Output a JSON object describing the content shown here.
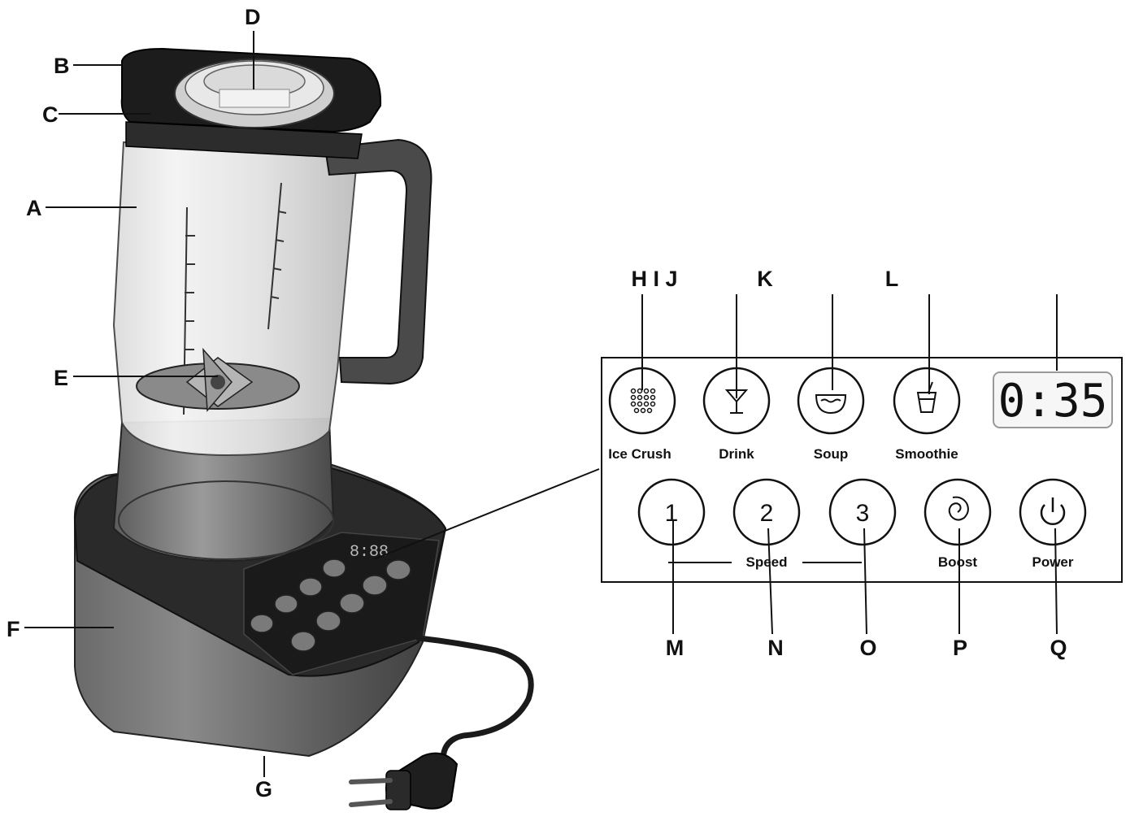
{
  "callouts": {
    "A": "A",
    "B": "B",
    "C": "C",
    "D": "D",
    "E": "E",
    "F": "F",
    "G": "G",
    "HIJ": "H I J",
    "K": "K",
    "L": "L",
    "M": "M",
    "N": "N",
    "O": "O",
    "P": "P",
    "Q": "Q"
  },
  "panel": {
    "display_time": "0:35",
    "programs": [
      {
        "label": "Ice Crush",
        "icon": "dots-grid-icon"
      },
      {
        "label": "Drink",
        "icon": "cocktail-glass-icon"
      },
      {
        "label": "Soup",
        "icon": "soup-bowl-icon"
      },
      {
        "label": "Smoothie",
        "icon": "smoothie-cup-icon"
      }
    ],
    "speed_buttons": [
      "1",
      "2",
      "3"
    ],
    "speed_label": "Speed",
    "boost_label": "Boost",
    "boost_icon": "spiral-icon",
    "power_label": "Power",
    "power_icon": "power-icon"
  }
}
